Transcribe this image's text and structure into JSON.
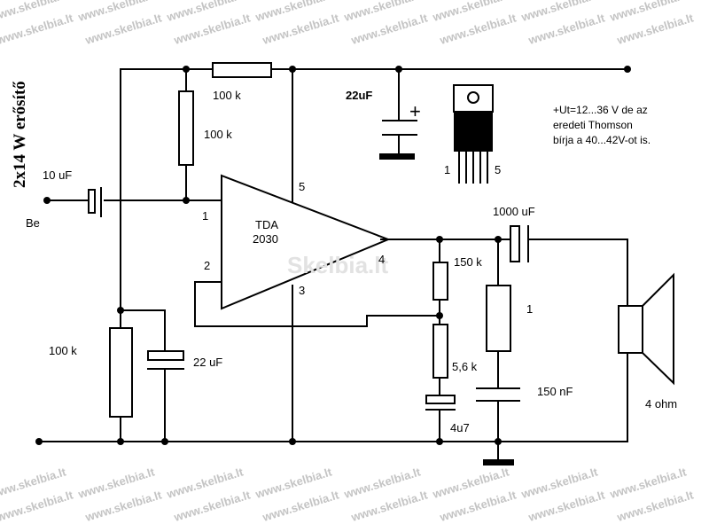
{
  "watermark": {
    "text": "www.skelbia.lt",
    "overlay": "Skelbia.lt"
  },
  "title": "2x14 W erősítő",
  "labels": {
    "input": "Be",
    "c_input": "10 uF",
    "r_top": "100 k",
    "r_bias_top": "100 k",
    "r_bias_bottom": "100 k",
    "c_supply": "22uF",
    "c_bias": "22 uF",
    "c_output": "1000 uF",
    "r_fb1": "150 k",
    "r_fb2": "5,6 k",
    "c_fb": "4u7",
    "r_zobel": "1",
    "c_zobel": "150 nF",
    "speaker": "4 ohm",
    "plus": "+",
    "ic_name": "TDA",
    "ic_number": "2030",
    "pin1": "1",
    "pin2": "2",
    "pin3": "3",
    "pin4": "4",
    "pin5": "5",
    "pkg_pin1": "1",
    "pkg_pin5": "5"
  },
  "note": {
    "line1": "+Ut=12...36 V de az",
    "line2": "eredeti Thomson",
    "line3": "bírja a 40...42V-ot is."
  }
}
